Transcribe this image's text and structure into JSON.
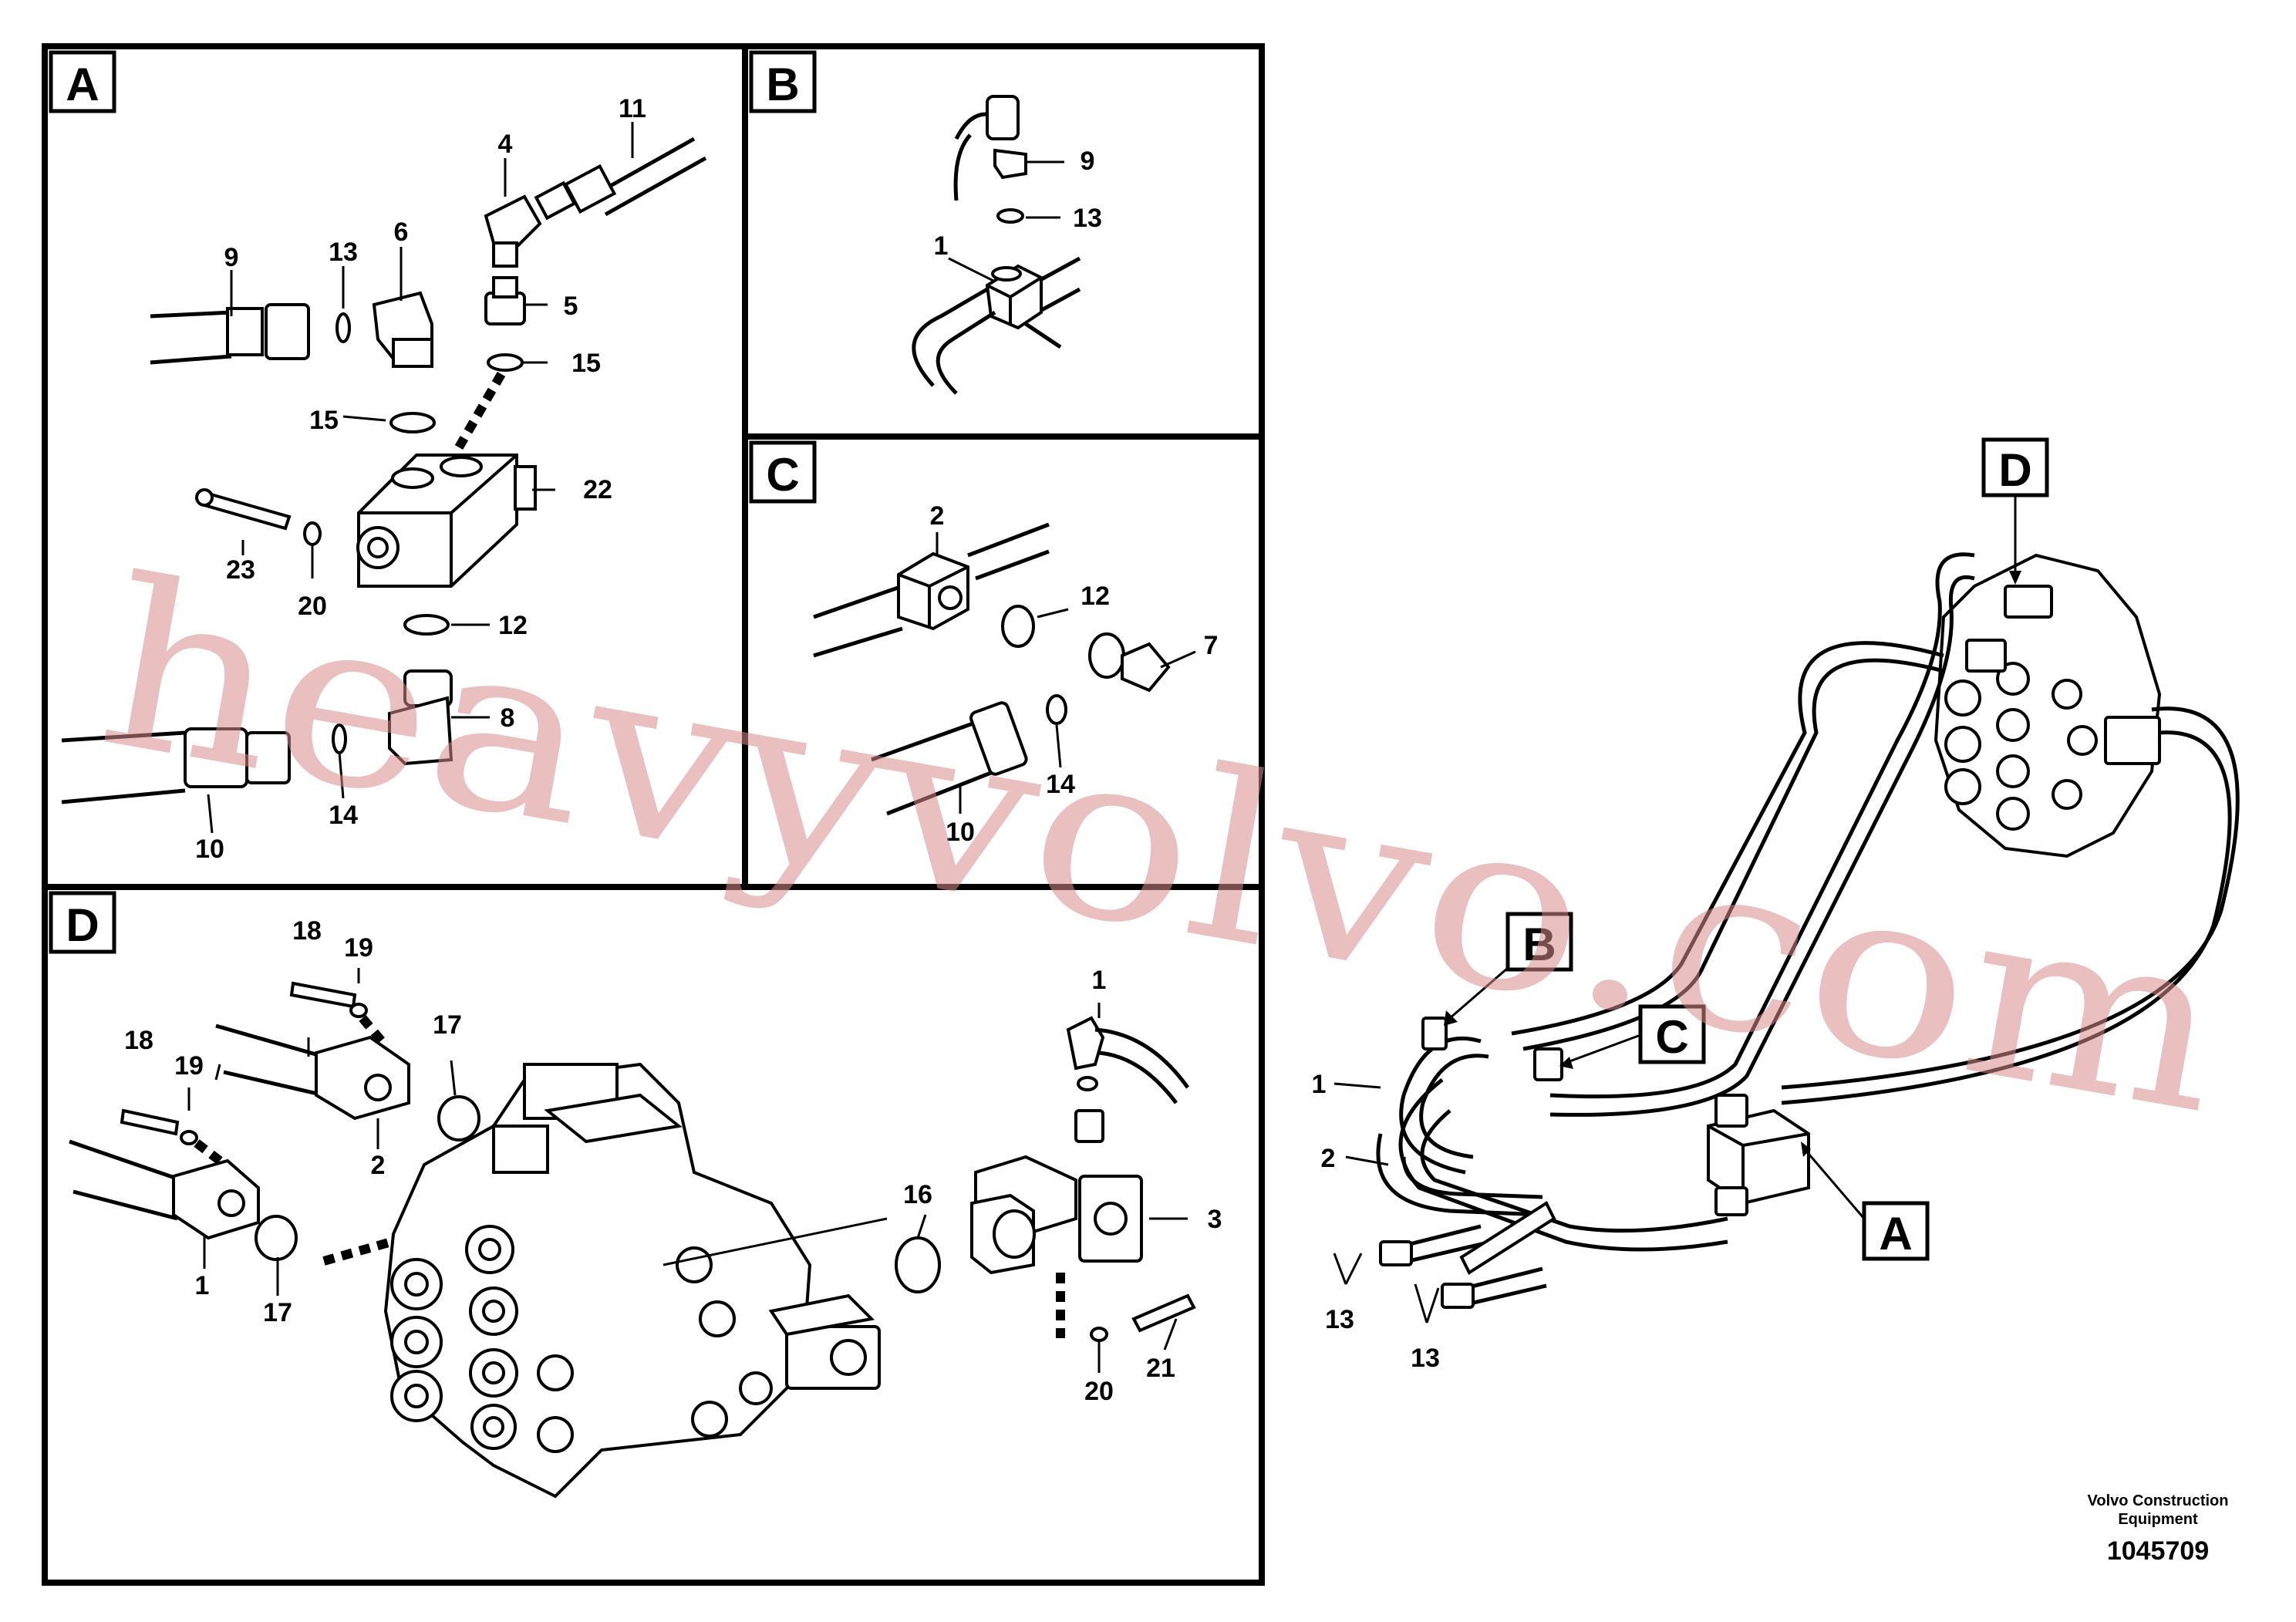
{
  "panels": {
    "a": {
      "tag": "A",
      "labels": [
        "11",
        "4",
        "9",
        "13",
        "6",
        "5",
        "15",
        "15",
        "22",
        "23",
        "20",
        "12",
        "8",
        "10",
        "14"
      ]
    },
    "b": {
      "tag": "B",
      "labels": [
        "9",
        "13",
        "1"
      ]
    },
    "c": {
      "tag": "C",
      "labels": [
        "2",
        "12",
        "7",
        "14",
        "10"
      ]
    },
    "d": {
      "tag": "D",
      "labels": [
        "18",
        "19",
        "17",
        "18",
        "19",
        "2",
        "1",
        "17",
        "1",
        "16",
        "3",
        "20",
        "21"
      ]
    }
  },
  "overview": {
    "tags": [
      "D",
      "B",
      "C",
      "A"
    ],
    "labels": [
      "1",
      "2",
      "13",
      "13"
    ]
  },
  "footer": {
    "company_line1": "Volvo Construction",
    "company_line2": "Equipment",
    "doc_number": "1045709"
  },
  "watermark": "heavyvolvo.com"
}
